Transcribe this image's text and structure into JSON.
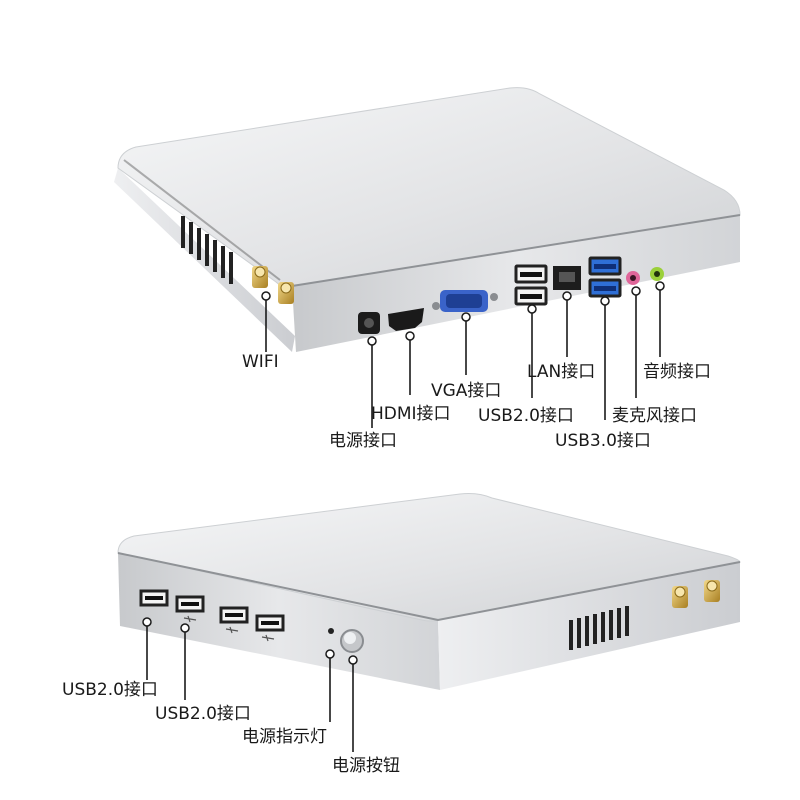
{
  "top_device": {
    "labels": {
      "wifi": "WIFI",
      "power_port": "电源接口",
      "hdmi_port": "HDMI接口",
      "vga_port": "VGA接口",
      "usb2_port": "USB2.0接口",
      "lan_port": "LAN接口",
      "usb3_port": "USB3.0接口",
      "mic_port": "麦克风接口",
      "audio_port": "音频接口"
    }
  },
  "bottom_device": {
    "labels": {
      "usb2_port_a": "USB2.0接口",
      "usb2_port_b": "USB2.0接口",
      "power_led": "电源指示灯",
      "power_button": "电源按钮"
    }
  },
  "colors": {
    "aluminum_top": "#e9eaec",
    "aluminum_side": "#d4d6d9",
    "usb3_blue": "#2f6fd6",
    "vga_blue": "#3a63c9",
    "mic_pink": "#e0669a",
    "audio_green": "#9bd03a",
    "antenna_gold": "#c9a23a"
  }
}
